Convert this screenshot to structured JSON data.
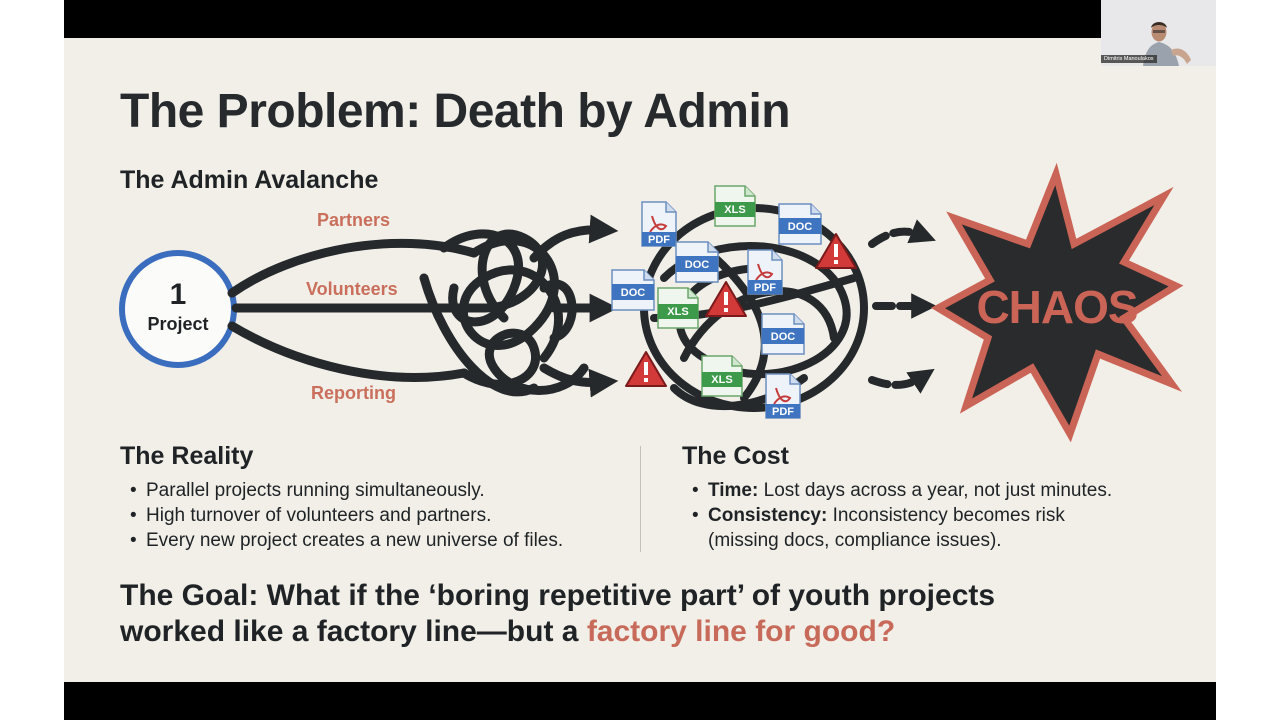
{
  "slide": {
    "title": "The Problem: Death by Admin",
    "avalanche": {
      "heading": "The Admin Avalanche",
      "project_number": "1",
      "project_label": "Project",
      "labels": [
        "Partners",
        "Volunteers",
        "Reporting"
      ],
      "file_labels": {
        "pdf": "PDF",
        "doc": "DOC",
        "xls": "XLS"
      },
      "chaos": "CHAOS"
    },
    "reality": {
      "heading": "The Reality",
      "bullets": [
        "Parallel projects running simultaneously.",
        "High turnover of volunteers and partners.",
        "Every new project creates a new universe of files."
      ]
    },
    "cost": {
      "heading": "The Cost",
      "items": [
        {
          "label": "Time:",
          "text": " Lost days across a year, not just minutes."
        },
        {
          "label": "Consistency:",
          "text": " Inconsistency becomes risk",
          "continuation": "(missing docs, compliance issues)."
        }
      ]
    },
    "goal": {
      "line1": "The Goal: What if the ‘boring repetitive part’ of youth projects",
      "line2_prefix": "worked like a factory line—but a ",
      "line2_accent": "factory line for good?"
    }
  },
  "video_tile": {
    "name": "Dimitris Manoulakos"
  },
  "colors": {
    "accent": "#c76a5a",
    "project_ring": "#3b6dbf",
    "warning": "#d23a3a",
    "chaos_fill": "#2a2b2d"
  }
}
